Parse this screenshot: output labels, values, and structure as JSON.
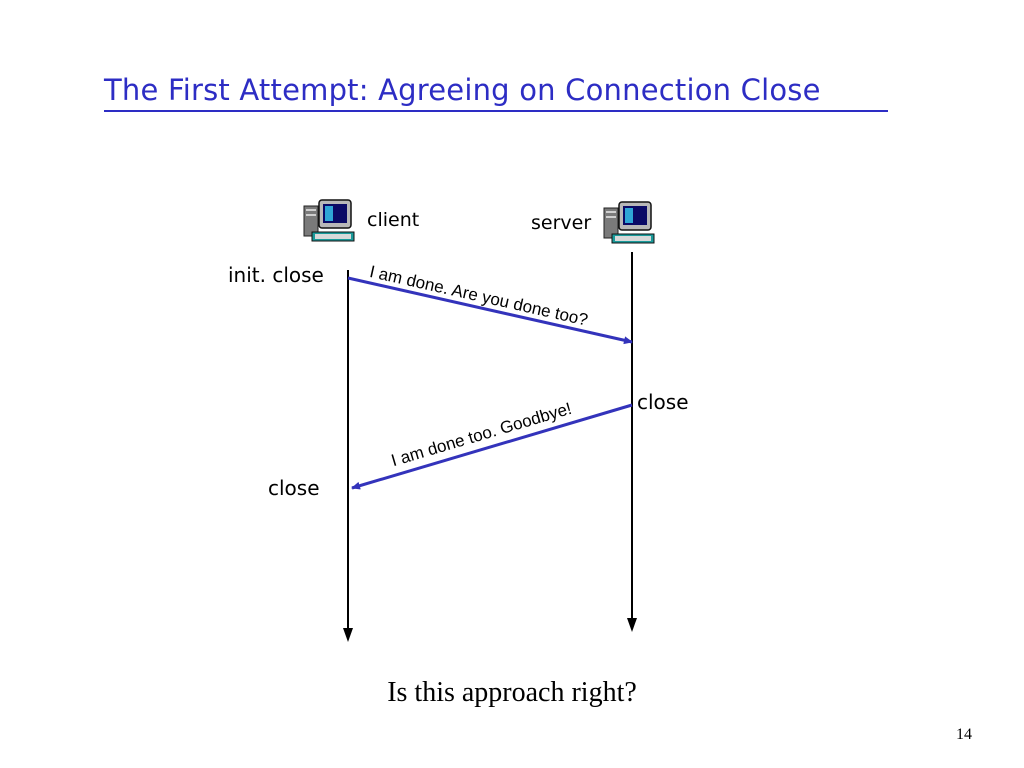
{
  "slide": {
    "title": "The First Attempt: Agreeing on Connection Close",
    "page_number": "14",
    "question": "Is this approach right?"
  },
  "diagram": {
    "client_label": "client",
    "server_label": "server",
    "client_events": [
      "init. close",
      "close"
    ],
    "server_events": [
      "close"
    ],
    "messages": [
      {
        "from": "client",
        "to": "server",
        "text": "I am done. Are you done too?"
      },
      {
        "from": "server",
        "to": "client",
        "text": "I am done too. Goodbye!"
      }
    ],
    "icons": {
      "client": "computer-icon",
      "server": "computer-icon"
    },
    "colors": {
      "title": "#2d2dc4",
      "arrow": "#3333bb",
      "timeline": "#000000"
    }
  }
}
